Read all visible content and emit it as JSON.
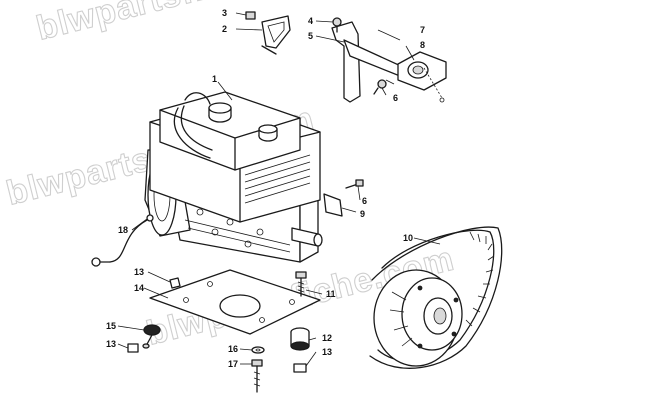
{
  "watermark": {
    "text": "blwpartsfiche.com"
  },
  "callouts": [
    {
      "id": "c1",
      "label": "1"
    },
    {
      "id": "c2",
      "label": "2"
    },
    {
      "id": "c3",
      "label": "3"
    },
    {
      "id": "c4",
      "label": "4"
    },
    {
      "id": "c5",
      "label": "5"
    },
    {
      "id": "c6a",
      "label": "6"
    },
    {
      "id": "c6b",
      "label": "6"
    },
    {
      "id": "c7",
      "label": "7"
    },
    {
      "id": "c8",
      "label": "8"
    },
    {
      "id": "c9",
      "label": "9"
    },
    {
      "id": "c10",
      "label": "10"
    },
    {
      "id": "c11",
      "label": "11"
    },
    {
      "id": "c12",
      "label": "12"
    },
    {
      "id": "c13a",
      "label": "13"
    },
    {
      "id": "c13b",
      "label": "13"
    },
    {
      "id": "c13c",
      "label": "13"
    },
    {
      "id": "c14",
      "label": "14"
    },
    {
      "id": "c15",
      "label": "15"
    },
    {
      "id": "c16",
      "label": "16"
    },
    {
      "id": "c17",
      "label": "17"
    },
    {
      "id": "c18",
      "label": "18"
    }
  ]
}
